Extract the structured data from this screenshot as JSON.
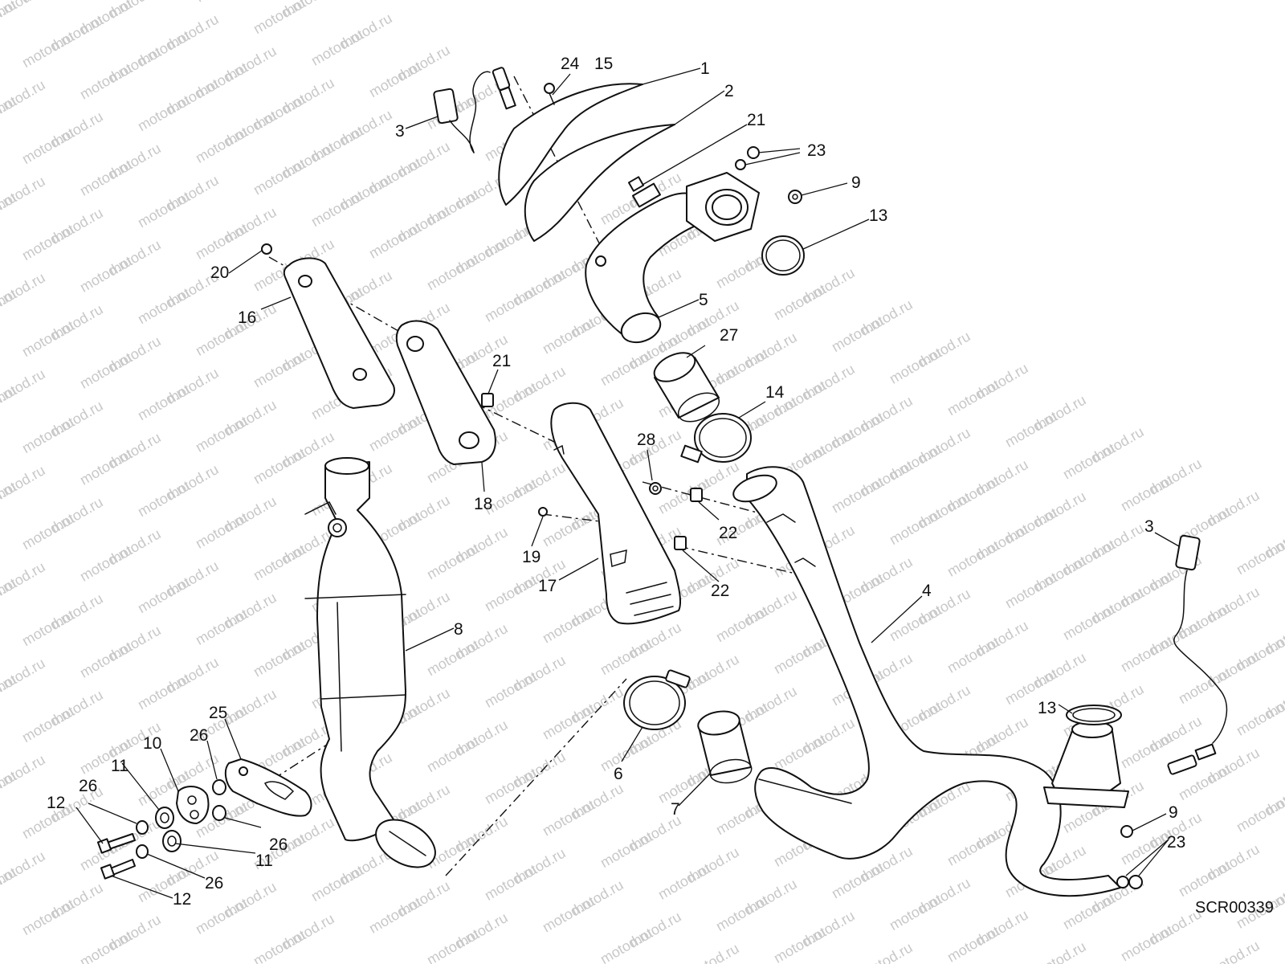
{
  "watermark": "motod.ru",
  "drawing_code": "SCR00339",
  "callouts": [
    "1",
    "2",
    "3",
    "3",
    "4",
    "5",
    "6",
    "7",
    "8",
    "9",
    "9",
    "10",
    "11",
    "11",
    "12",
    "12",
    "13",
    "13",
    "14",
    "15",
    "16",
    "17",
    "18",
    "19",
    "20",
    "21",
    "21",
    "22",
    "22",
    "23",
    "23",
    "24",
    "25",
    "26",
    "26",
    "26",
    "26",
    "27",
    "28"
  ],
  "colors": {
    "line": "#111111",
    "background": "#ffffff",
    "watermark": "#c8c8c8"
  }
}
